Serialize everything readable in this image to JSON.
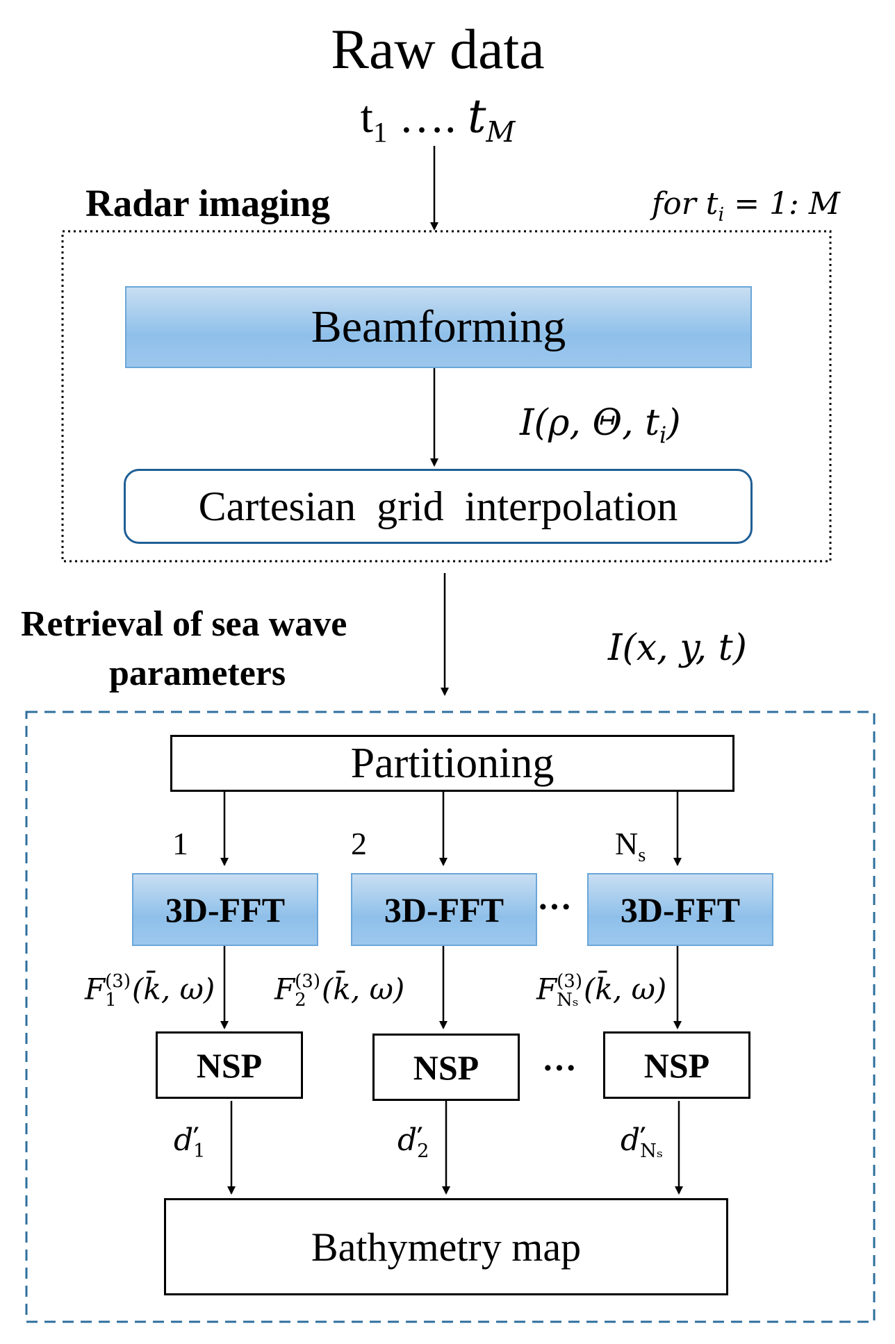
{
  "title": "Raw data",
  "time_series": {
    "first": "t",
    "first_sub": "1",
    "dots": "….",
    "last": "t",
    "last_sub": "M"
  },
  "radar_imaging": {
    "label": "Radar imaging",
    "loop_label": {
      "pre": "for ",
      "var": "t",
      "var_sub": "i",
      "post": " = 1: M"
    },
    "beamforming": "Beamforming",
    "polar_image": {
      "pre": "I(ρ, Θ, t",
      "sub": "i",
      "post": ")"
    },
    "cartesian": "Cartesian  grid  interpolation"
  },
  "retrieval": {
    "label_line1": "Retrieval of sea wave",
    "label_line2": "parameters",
    "cartesian_image": "I(x, y, t)",
    "partitioning": "Partitioning",
    "branches": [
      {
        "index": "1",
        "index_sub": "",
        "fft": "3D-FFT",
        "spectrum_F": "F",
        "spectrum_sub": "1",
        "spectrum_sup": "(3)",
        "spectrum_args": "(k̄, ω)",
        "nsp": "NSP",
        "depth": "ď",
        "depth_sub": "1"
      },
      {
        "index": "2",
        "index_sub": "",
        "fft": "3D-FFT",
        "spectrum_F": "F",
        "spectrum_sub": "2",
        "spectrum_sup": "(3)",
        "spectrum_args": "(k̄, ω)",
        "nsp": "NSP",
        "depth": "ď",
        "depth_sub": "2"
      },
      {
        "index": "N",
        "index_sub": "s",
        "fft": "3D-FFT",
        "spectrum_F": "F",
        "spectrum_sub": "Nₛ",
        "spectrum_sup": "(3)",
        "spectrum_args": "(k̄, ω)",
        "nsp": "NSP",
        "depth": "ď",
        "depth_sub": "Nₛ"
      }
    ],
    "ellipsis": "···",
    "output": "Bathymetry map"
  },
  "colors": {
    "blue_fill": "#9cc7ed",
    "blue_border": "#6aa6d8",
    "cartesian_border": "#1f5f95",
    "dashed_border": "#2e6f9e",
    "dotted_border": "#000000"
  }
}
